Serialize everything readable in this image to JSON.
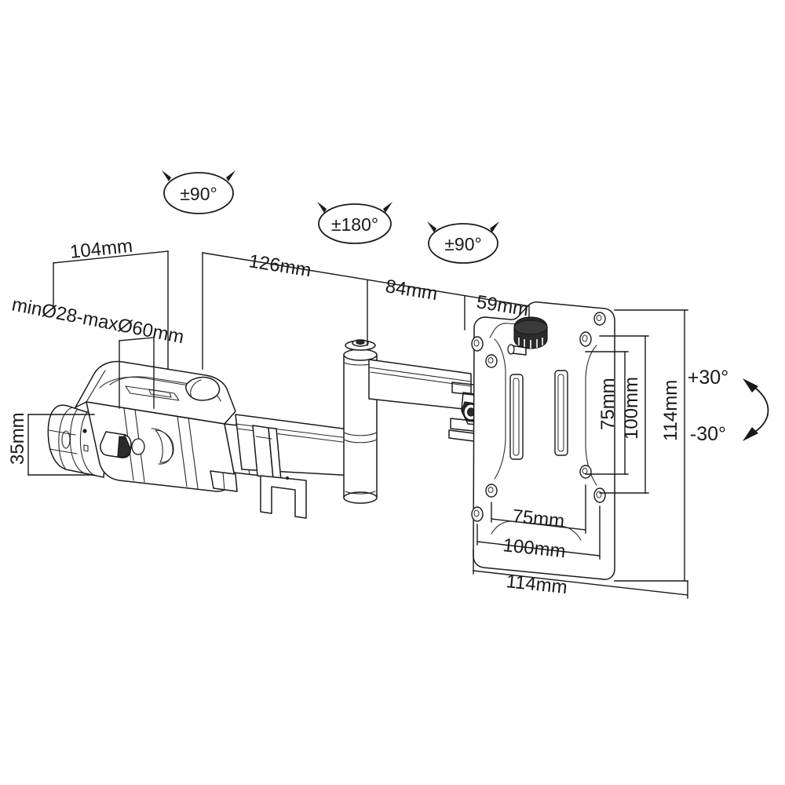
{
  "drawing": {
    "title": "Monitor pole mount technical dimension drawing",
    "background_color": "#ffffff",
    "line_color": "#1a1a1a",
    "dimensions": {
      "pole_clamp_offset": "104mm",
      "pole_diameter_range": "minØ28-maxØ60mm",
      "clamp_height": "35mm",
      "arm_first_segment": "126mm",
      "arm_second_segment": "84mm",
      "plate_offset": "59mm",
      "vesa_width_small": "75mm",
      "vesa_width_mid": "100mm",
      "plate_width": "114mm",
      "vesa_height_small": "75mm",
      "vesa_height_mid": "100mm",
      "plate_height": "114mm"
    },
    "rotation_labels": {
      "pole_swivel": "±90°",
      "elbow_swivel": "±180°",
      "plate_swivel": "±90°"
    },
    "tilt_labels": {
      "up": "+30°",
      "down": "-30°"
    }
  }
}
